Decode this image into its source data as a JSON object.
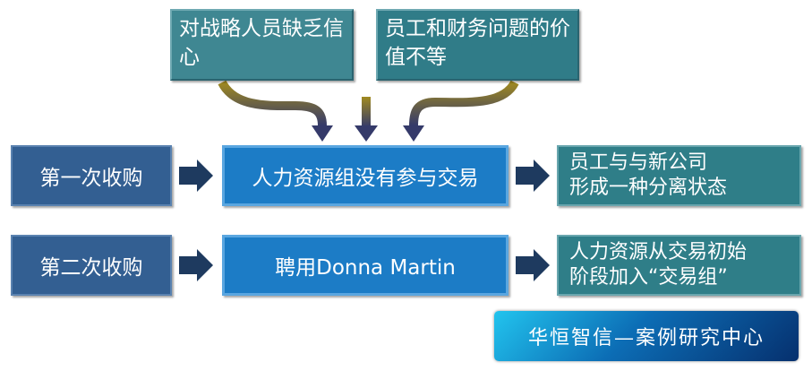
{
  "causes": [
    {
      "text": "对战略人员缺乏信心"
    },
    {
      "text": "员工和财务问题的价值不等"
    }
  ],
  "rows": [
    {
      "label": "第一次收购",
      "action": "人力资源组没有参与交易",
      "result": "员工与与新公司\n形成一种分离状态"
    },
    {
      "label": "第二次收购",
      "action": "聘用Donna Martin",
      "result": "人力资源从交易初始\n阶段加入“交易组”"
    }
  ],
  "logo": {
    "text": "华恒智信—案例研究中心"
  },
  "colors": {
    "cause": "#3f8792",
    "label": "#335f92",
    "action": "#1c7cc6",
    "result": "#2f7e88",
    "arrow": "#1e3a5f",
    "curve": "#9a8228"
  }
}
